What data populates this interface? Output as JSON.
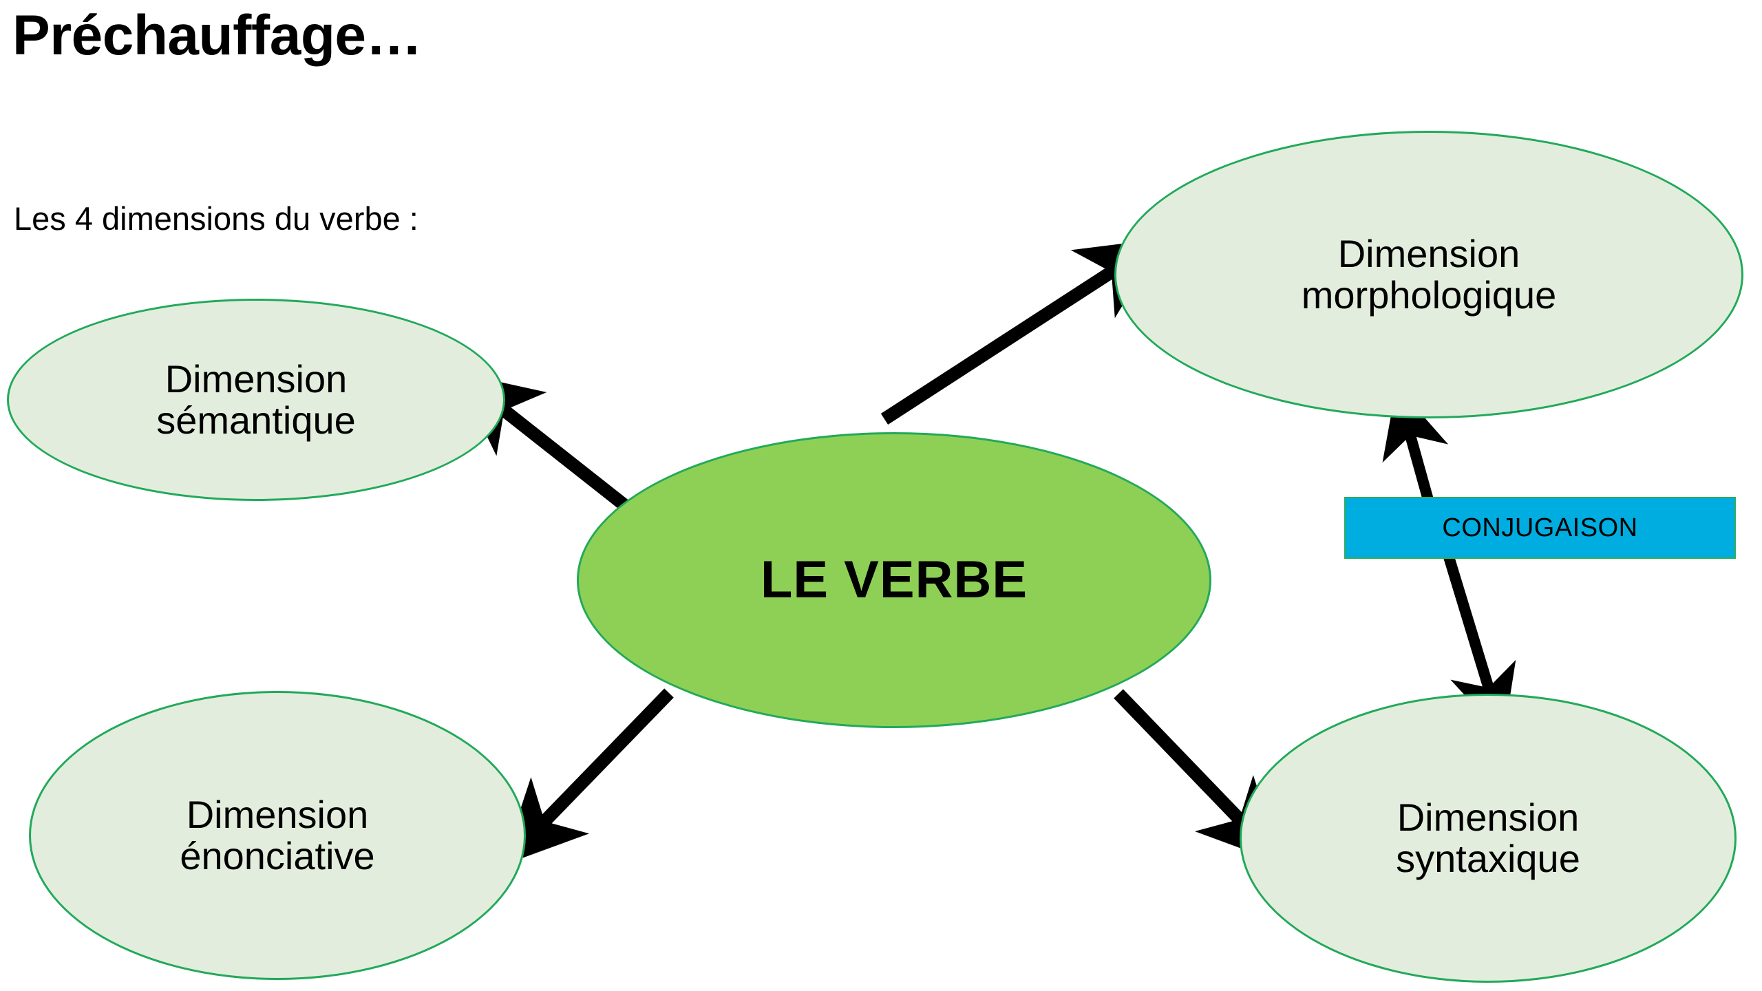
{
  "slide": {
    "title": "Préchauffage…",
    "subtitle": "Les 4 dimensions du verbe :",
    "background_color": "#ffffff"
  },
  "colors": {
    "center_fill": "#8ed055",
    "satellite_fill": "#e3eddd",
    "node_border": "#22a95a",
    "tag_fill": "#00ade0",
    "tag_border": "#2fae5e",
    "arrow": "#000000",
    "text": "#000000"
  },
  "diagram": {
    "type": "mind-map",
    "center": {
      "id": "le-verbe",
      "label": "LE VERBE"
    },
    "nodes": [
      {
        "id": "semantique",
        "label": "Dimension\nsémantique",
        "line1": "Dimension",
        "line2": "sémantique"
      },
      {
        "id": "morphologique",
        "label": "Dimension\nmorphologique",
        "line1": "Dimension",
        "line2": "morphologique"
      },
      {
        "id": "enonciative",
        "label": "Dimension\nénonciative",
        "line1": "Dimension",
        "line2": "énonciative"
      },
      {
        "id": "syntaxique",
        "label": "Dimension\nsyntaxique",
        "line1": "Dimension",
        "line2": "syntaxique"
      }
    ],
    "edges": [
      {
        "from": "le-verbe",
        "to": "semantique",
        "heads": "single"
      },
      {
        "from": "le-verbe",
        "to": "morphologique",
        "heads": "single"
      },
      {
        "from": "le-verbe",
        "to": "enonciative",
        "heads": "single"
      },
      {
        "from": "le-verbe",
        "to": "syntaxique",
        "heads": "single"
      },
      {
        "from": "morphologique",
        "to": "syntaxique",
        "heads": "double",
        "label": "CONJUGAISON"
      }
    ],
    "tag": {
      "id": "conjugaison",
      "label": "CONJUGAISON"
    }
  }
}
